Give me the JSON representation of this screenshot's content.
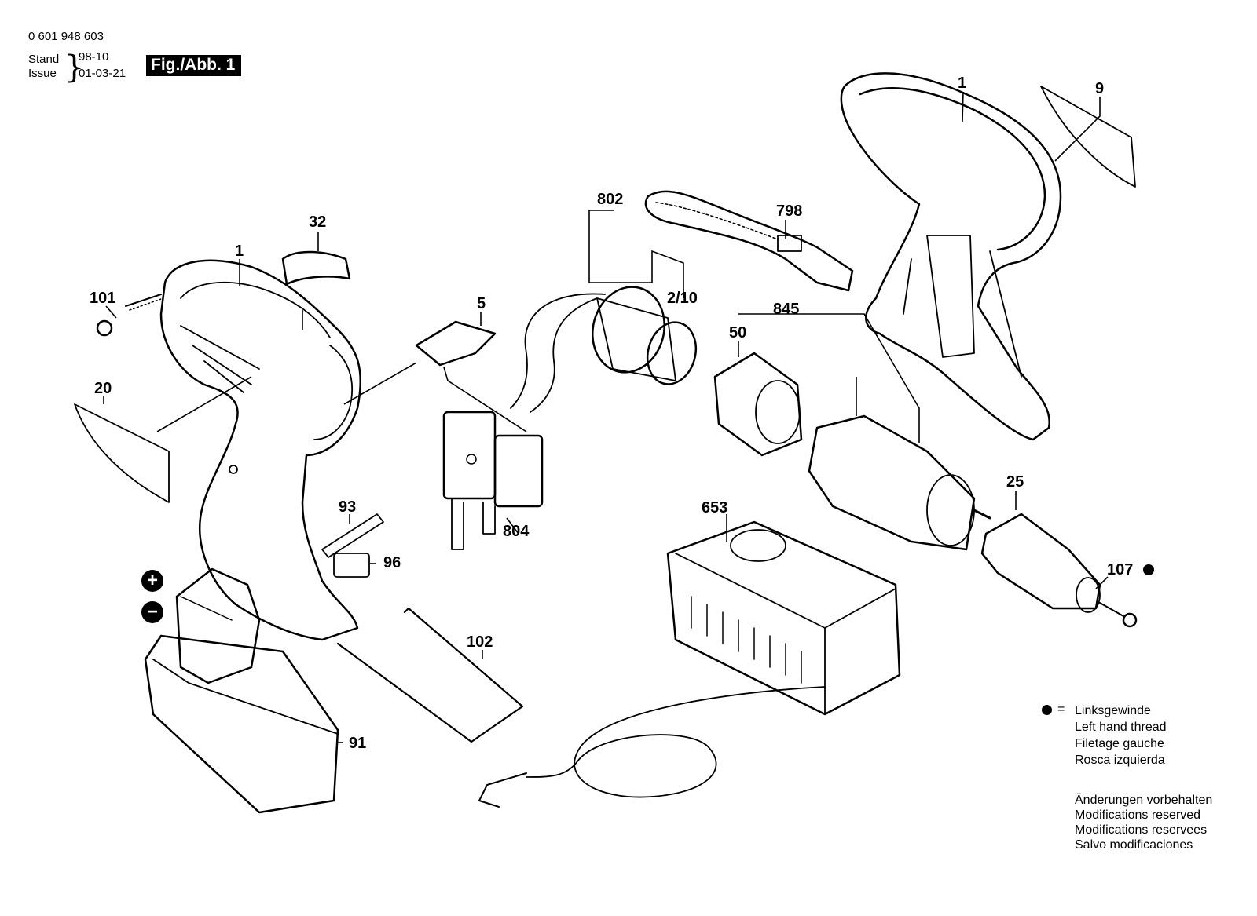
{
  "header": {
    "doc_number": "0 601 948 603",
    "stand_label": "Stand",
    "issue_label": "Issue",
    "stand_value": "98-10",
    "issue_value": "01-03-21",
    "figure_label": "Fig./Abb. 1"
  },
  "parts": {
    "p1_housing_right": "1",
    "p9": "9",
    "p802": "802",
    "p798": "798",
    "p32": "32",
    "p1_housing_left": "1",
    "p101": "101",
    "p5": "5",
    "p2_10": "2/10",
    "p845": "845",
    "p50": "50",
    "p20": "20",
    "p93": "93",
    "p804": "804",
    "p96": "96",
    "p653": "653",
    "p25": "25",
    "p107": "107",
    "p102": "102",
    "p91": "91"
  },
  "polarity": {
    "plus": "+",
    "minus": "−"
  },
  "legend": {
    "symbol": "=",
    "lines": [
      "Linksgewinde",
      "Left hand thread",
      "Filetage gauche",
      "Rosca izquierda"
    ]
  },
  "notes": [
    "Änderungen vorbehalten",
    "Modifications reserved",
    "Modifications reservees",
    "Salvo modificaciones"
  ]
}
